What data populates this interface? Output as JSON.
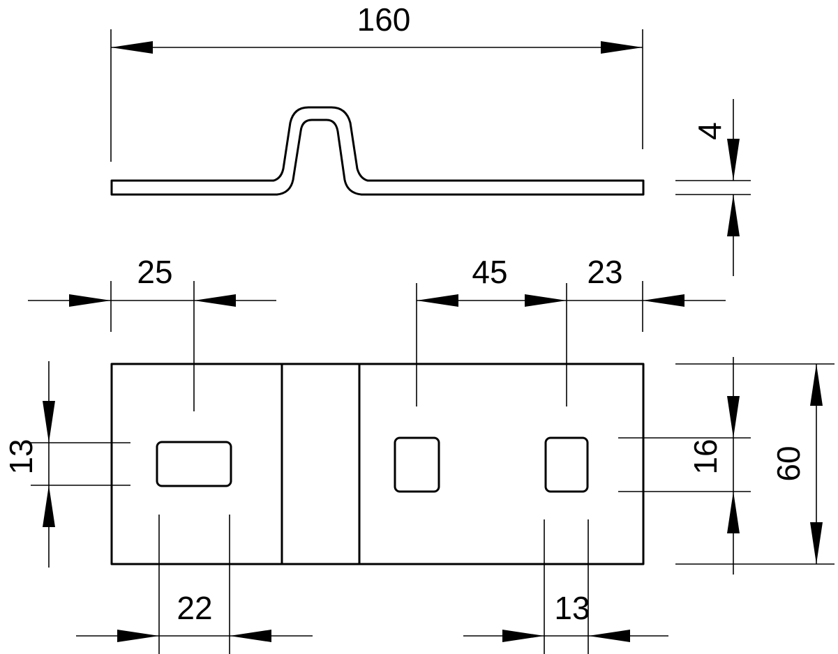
{
  "drawing": {
    "line_color": "#000000",
    "background_color": "#ffffff"
  },
  "dimensions": {
    "overall_length": "160",
    "thickness": "4",
    "hole_offset_left": "25",
    "hole_spacing_right": "45",
    "edge_to_hole_right": "23",
    "slot_height": "13",
    "slot_width": "22",
    "square_hole_height": "16",
    "overall_width": "60",
    "square_hole_width": "13"
  }
}
